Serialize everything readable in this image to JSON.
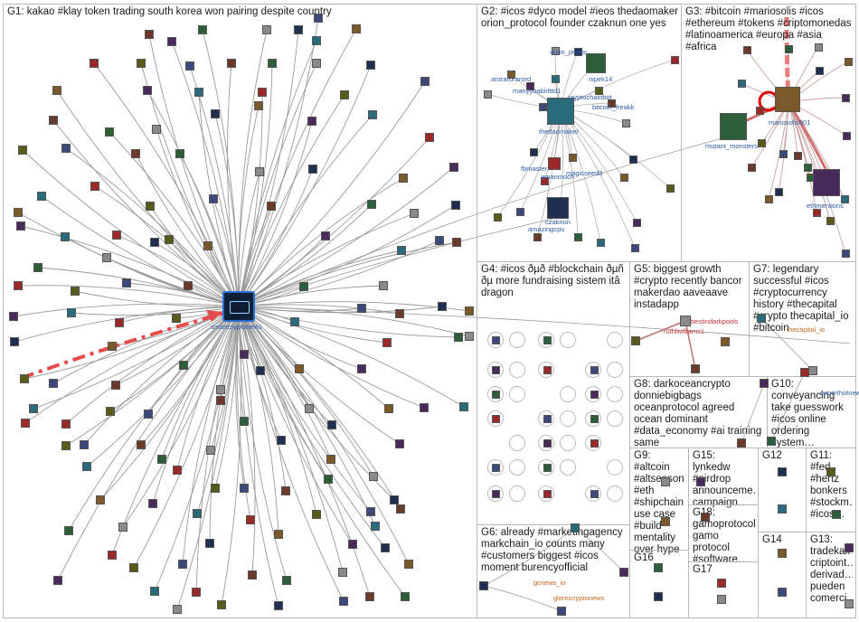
{
  "groups": [
    {
      "id": "G1",
      "title": "G1: kakao #klay token trading south korea won pairing despite country"
    },
    {
      "id": "G2",
      "title": "G2: #icos #dyco model #ieos thedaomaker orion_protocol founder czaknun one yes"
    },
    {
      "id": "G3",
      "title": "G3: #bitcoin #mariosolis #icos #ethereum #tokens #criptomonedas #latinoamerica #europa #asia #africa"
    },
    {
      "id": "G4",
      "title": "G4: #icos ðµð #blockchain ðµñ ðµ more fundraising sistem itâ dragon"
    },
    {
      "id": "G5",
      "title": "G5: biggest growth #crypto recently bancor makerdao aaveaave instadapp"
    },
    {
      "id": "G6",
      "title": "G6: already #marketingagency markchain_io counts many #customers biggest #icos moment burencyofficial"
    },
    {
      "id": "G7",
      "title": "G7: legendary successful #icos #cryptocurrency history #thecapital #crypto thecapital_io #bitcoin"
    },
    {
      "id": "G8",
      "title": "G8: darkoceancrypto donniebigbags oceanprotocol agreed ocean dominant #data_economy #ai training same"
    },
    {
      "id": "G9",
      "title": "G9: #altcoin #altseason #eth #shipchain use case #build mentality over hype"
    },
    {
      "id": "G10",
      "title": "G10: conveyancing take guesswork #icos online ordering system…"
    },
    {
      "id": "G11",
      "title": "G11: #fed #hertz bonkers #stockm… #icos…"
    },
    {
      "id": "G12",
      "title": "G12"
    },
    {
      "id": "G13",
      "title": "G13: tradekax criptoint… derivad… pueden comerci…"
    },
    {
      "id": "G14",
      "title": "G14"
    },
    {
      "id": "G15",
      "title": "G15: lynkedw #airdrop announceme… campaign…"
    },
    {
      "id": "G16",
      "title": "G16"
    },
    {
      "id": "G17",
      "title": "G17"
    },
    {
      "id": "G18",
      "title": "G18: gamoprotocol gamo protocol #software…"
    }
  ],
  "labels": {
    "hub": "smartcryptonew1",
    "g2": [
      "orion_protoc",
      "arorarorarord",
      "manyyoabi",
      "itttd1",
      "nipek14",
      "cryptochainbot",
      "bitcoin_freakk",
      "thedaomaker",
      "fbmaster",
      "magicseed3",
      "amarimoch",
      "czaknun",
      "amazingcpu"
    ],
    "g3": [
      "mariosolis001",
      "mutant_monsters",
      "ethmentions"
    ],
    "g5": [
      "bestindarkpools",
      "ruthlwilliams1"
    ],
    "g6": [
      "gcnews_io",
      "glenncryptonews"
    ],
    "g7": [
      "thecapital_io"
    ],
    "g10": [
      "experthotnews"
    ]
  },
  "colors": {
    "border": "#b8b8b8",
    "edge": "#9a9a9a",
    "highlight": "#e84b4b",
    "hub": "#0f1f36",
    "label": "#2a5aa8"
  }
}
